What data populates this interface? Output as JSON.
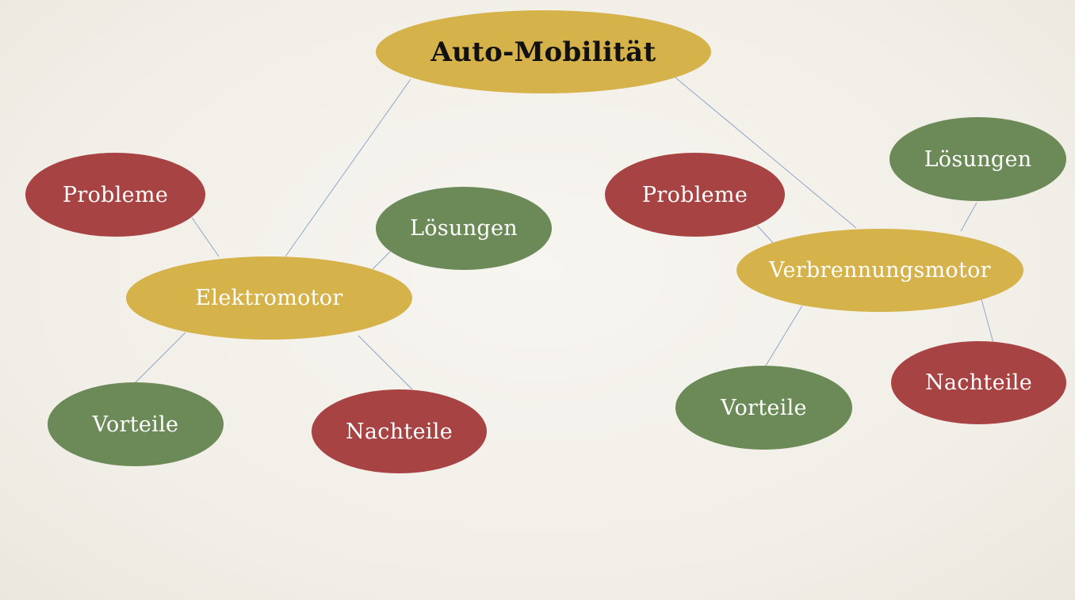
{
  "root": {
    "label": "Auto-Mobilität"
  },
  "left": {
    "hub": "Elektromotor",
    "probleme": "Probleme",
    "loesungen": "Lösungen",
    "vorteile": "Vorteile",
    "nachteile": "Nachteile"
  },
  "right": {
    "hub": "Verbrennungsmotor",
    "probleme": "Probleme",
    "loesungen": "Lösungen",
    "vorteile": "Vorteile",
    "nachteile": "Nachteile"
  },
  "colors": {
    "hub": "#d6b24a",
    "problem": "#a84343",
    "solution": "#6b8a57",
    "connector": "#8fa6c9",
    "background": "#f3f0ea"
  }
}
